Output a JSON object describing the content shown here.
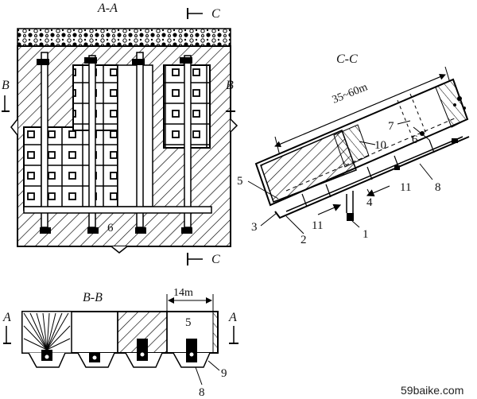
{
  "section_titles": {
    "aa": "A-A",
    "bb": "B-B",
    "cc": "C-C"
  },
  "section_marks": {
    "c": "C",
    "b": "B",
    "a": "A"
  },
  "dimensions": {
    "length": "35~60m",
    "width": "14m"
  },
  "numbers": {
    "n1": "1",
    "n2": "2",
    "n3": "3",
    "n4": "4",
    "n5": "5",
    "n6": "6",
    "n7": "7",
    "n8": "8",
    "n9": "9",
    "n10": "10",
    "n11": "11"
  },
  "watermark": "59baike.com"
}
